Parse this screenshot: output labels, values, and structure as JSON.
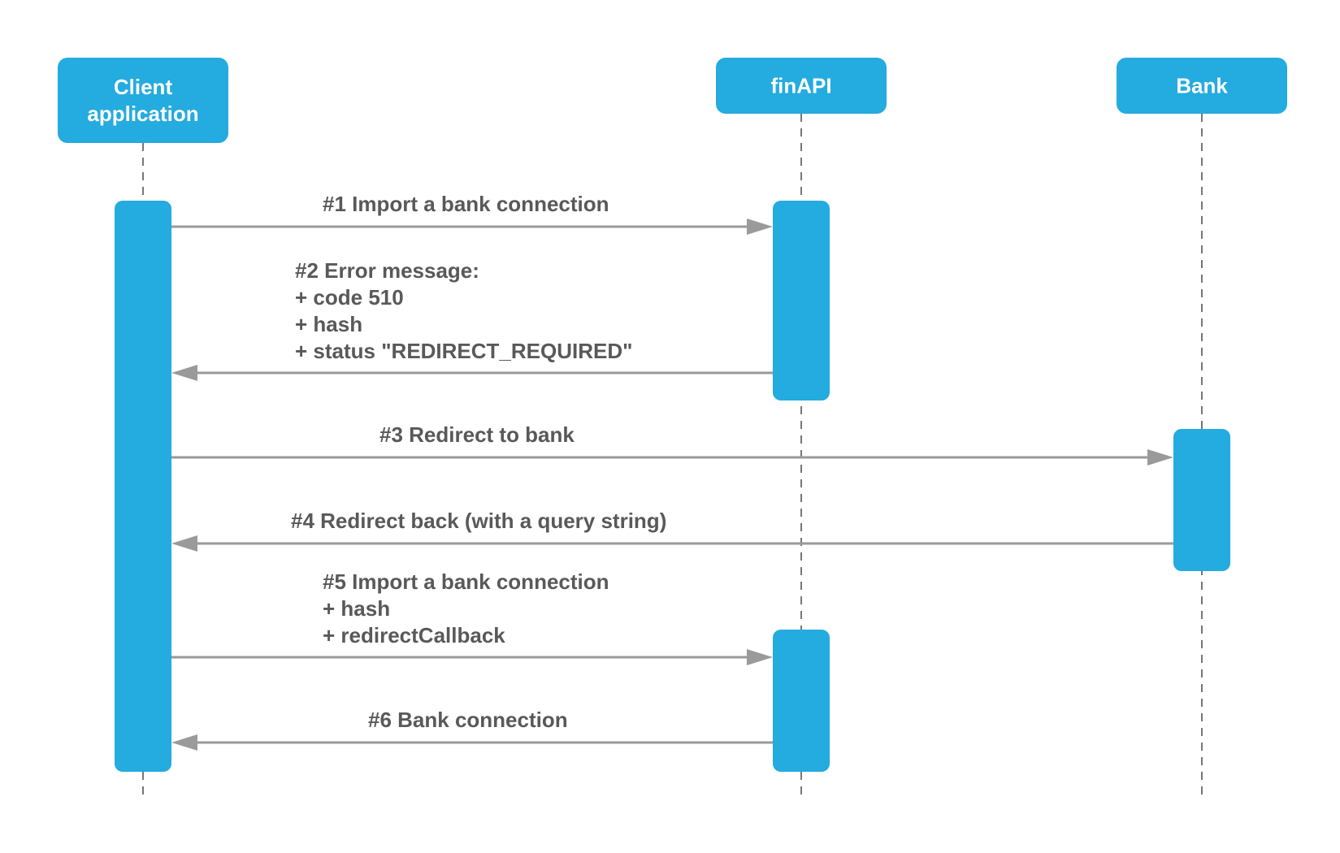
{
  "colors": {
    "actor_fill": "#24ABDF",
    "activation_fill": "#24ABDF",
    "arrow": "#9A9A9A",
    "message_text": "#595959",
    "lifeline": "#555555"
  },
  "actors": [
    {
      "id": "client",
      "lines": [
        "Client",
        "application"
      ]
    },
    {
      "id": "finapi",
      "lines": [
        "finAPI"
      ]
    },
    {
      "id": "bank",
      "lines": [
        "Bank"
      ]
    }
  ],
  "messages": [
    {
      "id": "m1",
      "from": "client",
      "to": "finapi",
      "lines": [
        "#1 Import a bank connection"
      ]
    },
    {
      "id": "m2",
      "from": "finapi",
      "to": "client",
      "lines": [
        "#2 Error message:",
        "+ code 510",
        "+ hash",
        "+ status \"REDIRECT_REQUIRED\""
      ]
    },
    {
      "id": "m3",
      "from": "client",
      "to": "bank",
      "lines": [
        "#3 Redirect to bank"
      ]
    },
    {
      "id": "m4",
      "from": "bank",
      "to": "client",
      "lines": [
        "#4 Redirect back (with a query string)"
      ]
    },
    {
      "id": "m5",
      "from": "client",
      "to": "finapi",
      "lines": [
        "#5 Import a bank connection",
        "+ hash",
        "+ redirectCallback"
      ]
    },
    {
      "id": "m6",
      "from": "finapi",
      "to": "client",
      "lines": [
        "#6 Bank connection"
      ]
    }
  ]
}
